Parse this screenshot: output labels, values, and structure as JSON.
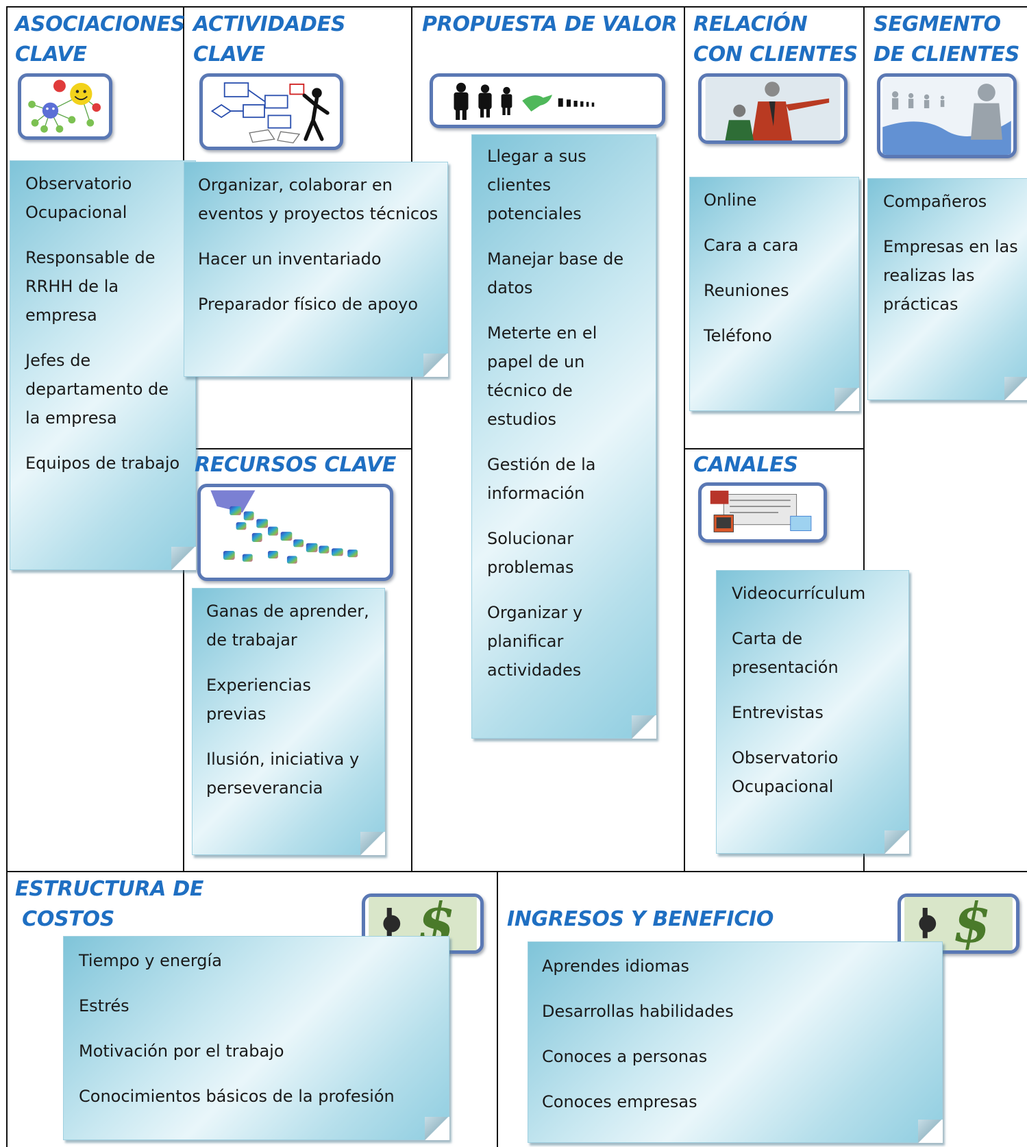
{
  "sections": {
    "asociaciones": {
      "title": "ASOCIACIONES\nCLAVE",
      "items": [
        "Observatorio\nOcupacional",
        "Responsable de\nRRHH de la\nempresa",
        "Jefes de\ndepartamento de\nla empresa",
        "Equipos de trabajo"
      ]
    },
    "actividades": {
      "title": "ACTIVIDADES\nCLAVE",
      "items": [
        "Organizar, colaborar en\neventos y proyectos técnicos",
        "Hacer un inventariado",
        "Preparador físico de apoyo"
      ]
    },
    "recursos": {
      "title": "RECURSOS CLAVE",
      "items": [
        "Ganas de aprender,\nde trabajar",
        "Experiencias\nprevias",
        "Ilusión, iniciativa y\nperseverancia"
      ]
    },
    "propuesta": {
      "title": "PROPUESTA DE VALOR",
      "items": [
        "Llegar a sus\nclientes\npotenciales",
        "Manejar base de\ndatos",
        "Meterte en el\npapel de un\ntécnico de\nestudios",
        "Gestión de la\ninformación",
        "Solucionar\nproblemas",
        "Organizar y\nplanificar\nactividades"
      ]
    },
    "relacion": {
      "title": "RELACIÓN\nCON CLIENTES",
      "items": [
        "Online",
        "Cara a cara",
        "Reuniones",
        "Teléfono"
      ]
    },
    "canales": {
      "title": "CANALES",
      "items": [
        "Videocurrículum",
        "Carta de\npresentación",
        "Entrevistas",
        "Observatorio\nOcupacional"
      ]
    },
    "segmento": {
      "title": "SEGMENTO\nDE CLIENTES",
      "items": [
        "Compañeros",
        "Empresas en las\nrealizas las\nprácticas"
      ]
    },
    "costos": {
      "title": "ESTRUCTURA DE\n COSTOS",
      "items": [
        "Tiempo y energía",
        "Estrés",
        "Motivación por el trabajo",
        "Conocimientos básicos de la profesión"
      ]
    },
    "ingresos": {
      "title": "INGRESOS Y BENEFICIO",
      "items": [
        "Aprendes idiomas",
        "Desarrollas habilidades",
        "Conoces a personas",
        "Conoces empresas"
      ]
    }
  },
  "colors": {
    "heading": "#1f6fc2",
    "frame": "#5a78b4",
    "card_light": "#e9f6fa",
    "card_dark": "#7fc4d9"
  },
  "icons": {
    "asociaciones": "smiley-network-icon",
    "actividades": "flowchart-person-icon",
    "propuesta": "people-row-icon",
    "relacion": "business-people-icon",
    "segmento": "customer-network-icon",
    "recursos": "puzzle-pieces-icon",
    "canales": "media-channels-icon",
    "costos": "dollar-sign-icon",
    "ingresos": "dollar-sign-icon"
  }
}
